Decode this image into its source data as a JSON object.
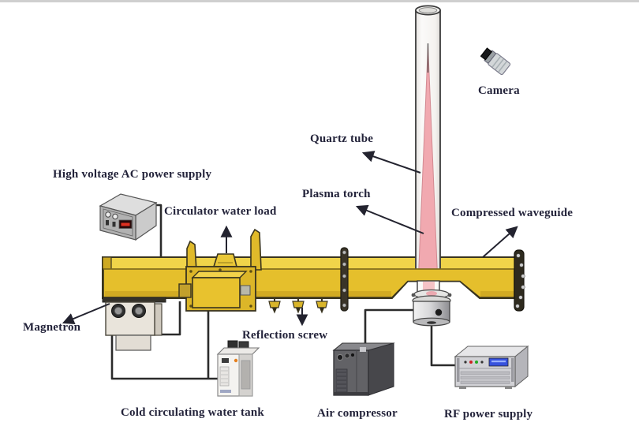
{
  "figure_type": "microwave-plasma-torch-system-schematic",
  "labels": {
    "hv_supply": "High voltage AC power supply",
    "circulator_water_load": "Circulator water load",
    "quartz_tube": "Quartz tube",
    "plasma_torch": "Plasma torch",
    "camera": "Camera",
    "compressed_waveguide": "Compressed waveguide",
    "magnetron": "Magnetron",
    "reflection_screw": "Reflection screw",
    "cold_water_tank": "Cold circulating water tank",
    "air_compressor": "Air compressor",
    "rf_power_supply": "RF power supply"
  },
  "colors": {
    "waveguide_yellow": "#E5BF2C",
    "waveguide_top": "#F0D44A",
    "plasma_pink": "#F1A9B0",
    "wire": "#2B2B2B",
    "label_text": "#23233A",
    "background": "#FFFFFF"
  }
}
